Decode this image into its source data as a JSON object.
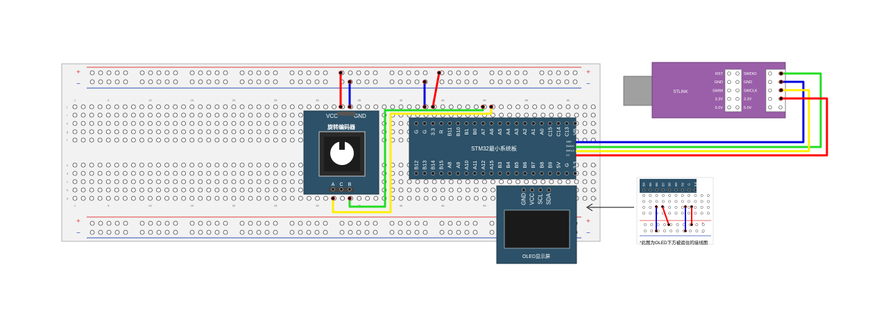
{
  "breadboard": {
    "rail_plus": "+",
    "rail_minus": "−",
    "column_numbers": [
      "1",
      "5",
      "10",
      "15",
      "20",
      "25",
      "30",
      "35",
      "40",
      "45",
      "50",
      "55",
      "60"
    ],
    "row_letters_top": [
      "j",
      "i",
      "h",
      "g",
      "f"
    ],
    "row_letters_bottom": [
      "e",
      "d",
      "c",
      "b",
      "a"
    ]
  },
  "encoder": {
    "title": "旋转编码器",
    "top_pins": [
      "VCC",
      "GND"
    ],
    "bottom_pins": [
      "A",
      "C",
      "B"
    ]
  },
  "stm32": {
    "title": "STM32最小系统板",
    "top_pins": [
      "G",
      "G",
      "3.3",
      "R",
      "B11",
      "B10",
      "B1",
      "B0",
      "A7",
      "A6",
      "A5",
      "A4",
      "A3",
      "A2",
      "A1",
      "A0",
      "C15",
      "C14",
      "C13",
      "VB"
    ],
    "bottom_pins": [
      "B12",
      "B13",
      "B14",
      "B15",
      "A8",
      "A9",
      "A10",
      "A11",
      "A12",
      "A15",
      "B3",
      "B4",
      "B5",
      "B6",
      "B7",
      "B8",
      "B9",
      "5V",
      "G",
      "3.3"
    ],
    "swd_pins": [
      "GND",
      "SWDIO",
      "SWCLK",
      "3.3"
    ]
  },
  "oled": {
    "title": "OLED显示屏",
    "pins": [
      "GND",
      "VCC",
      "SCL",
      "SDA"
    ]
  },
  "stlink": {
    "title": "STLINK",
    "left_labels": [
      "RST",
      "GND",
      "SWIM",
      "3.3V",
      "5.0V"
    ],
    "right_labels": [
      "SWDIO",
      "GND",
      "SWCLK",
      "3.3V",
      "5.0V"
    ]
  },
  "inset": {
    "caption": "*此图为OLED下方被遮住的接线图",
    "pins": [
      "B4",
      "B5",
      "B6",
      "B7",
      "B8",
      "B9",
      "5V",
      "G",
      "3.3"
    ]
  },
  "colors": {
    "module_fill": "#2c5168",
    "stlink_fill": "#9a5fa8",
    "wire_red": "#ff0000",
    "wire_blue": "#0000dd",
    "wire_green": "#22dd22",
    "wire_yellow": "#ffee00",
    "rail_red": "#e23b3b",
    "rail_blue": "#2f4cb8"
  }
}
